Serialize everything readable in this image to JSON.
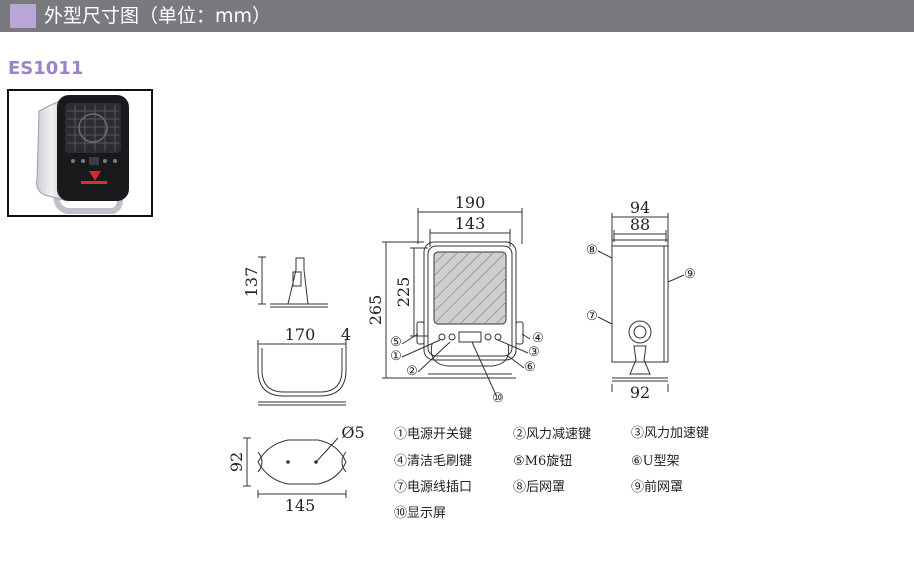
{
  "header": {
    "title": "外型尺寸图（单位：mm）"
  },
  "model": {
    "name": "ES1011"
  },
  "dimensions": {
    "side_height": "137",
    "bottom_width": "170",
    "bottom_thickness": "4",
    "base_depth": "92",
    "base_width": "145",
    "hole_diameter": "Ø5",
    "front_width": "190",
    "front_inner_width": "143",
    "front_height": "265",
    "front_inner_height": "225",
    "right_depth": "94",
    "right_inner_depth": "88",
    "right_base": "92"
  },
  "callouts": [
    "①",
    "②",
    "③",
    "④",
    "⑤",
    "⑥",
    "⑦",
    "⑧",
    "⑨",
    "⑩"
  ],
  "legend": [
    {
      "num": "①",
      "label": "电源开关键"
    },
    {
      "num": "②",
      "label": "风力减速键"
    },
    {
      "num": "③",
      "label": "风力加速键"
    },
    {
      "num": "④",
      "label": "清洁毛刷键"
    },
    {
      "num": "⑤",
      "label": "M6旋钮"
    },
    {
      "num": "⑥",
      "label": "U型架"
    },
    {
      "num": "⑦",
      "label": "电源线插口"
    },
    {
      "num": "⑧",
      "label": "后网罩"
    },
    {
      "num": "⑨",
      "label": "前网罩"
    },
    {
      "num": "⑩",
      "label": "显示屏"
    }
  ]
}
